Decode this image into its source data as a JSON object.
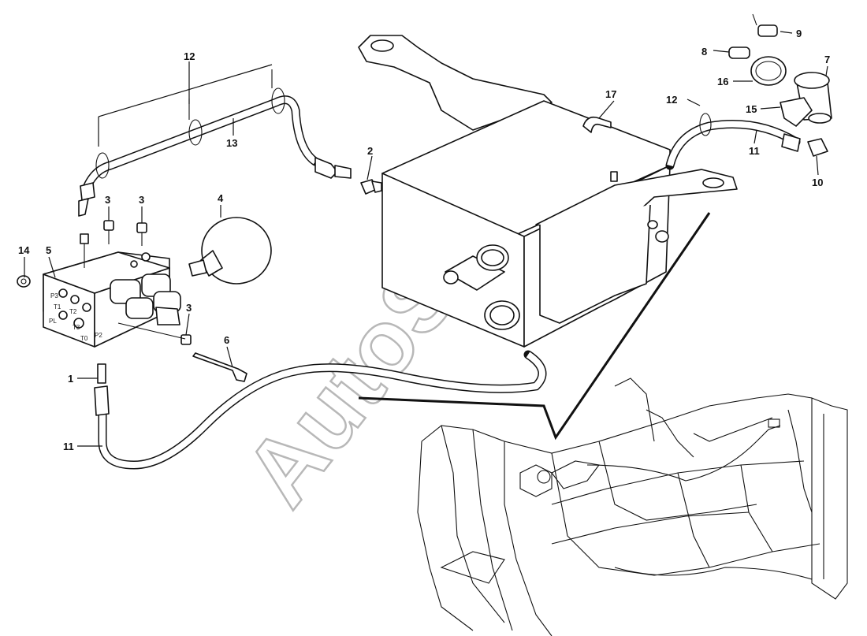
{
  "callouts": {
    "c1": "1",
    "c2": "2",
    "c3a": "3",
    "c3b": "3",
    "c3c": "3",
    "c4": "4",
    "c5": "5",
    "c6": "6",
    "c7": "7",
    "c8": "8",
    "c9": "9",
    "c10": "10",
    "c11a": "11",
    "c11b": "11",
    "c12a": "12",
    "c12b": "12",
    "c13": "13",
    "c14": "14",
    "c15": "15",
    "c16": "16",
    "c17": "17"
  },
  "valve_ports": {
    "p1": "P3",
    "p2": "T1",
    "p3": "PL",
    "p4": "T2",
    "p5": "T3",
    "p6": "T0",
    "p7": "P2"
  },
  "watermark": "AutoSoft",
  "icons": [
    "hydraulic-valve-block-icon",
    "accumulator-icon",
    "tank-icon",
    "filter-icon",
    "sensor-icon"
  ]
}
